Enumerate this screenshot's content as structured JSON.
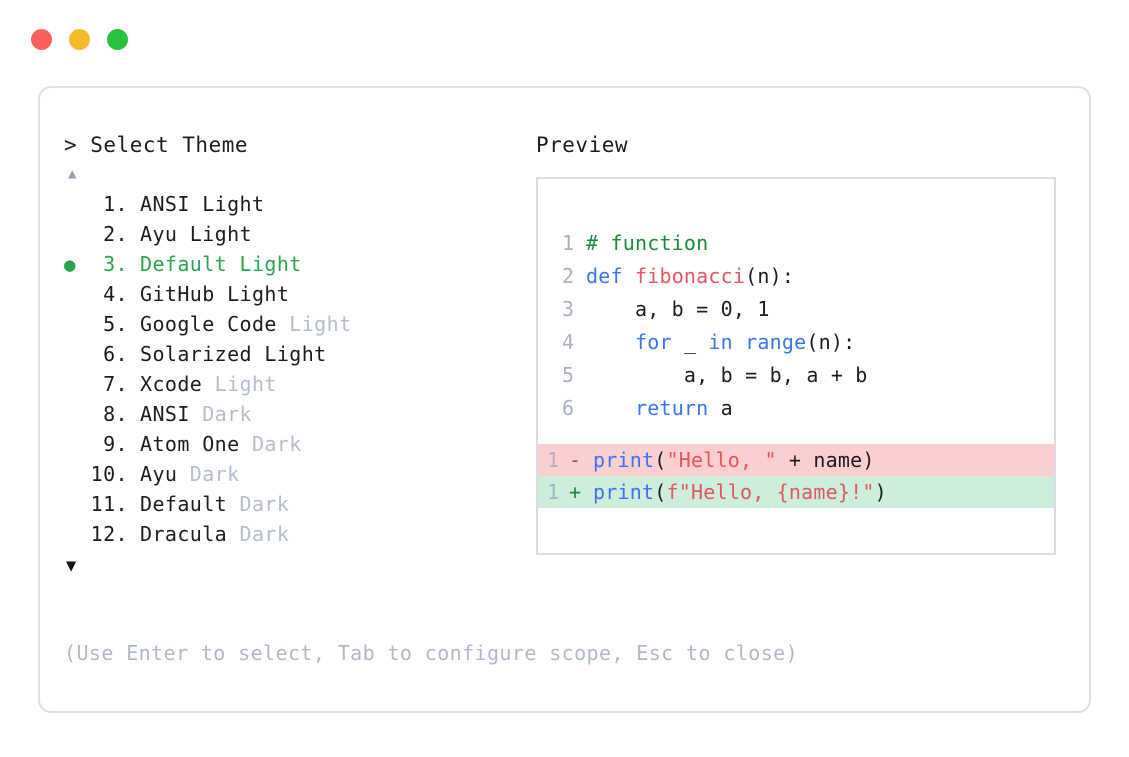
{
  "window": {
    "traffic_lights": [
      {
        "name": "close",
        "color": "#f9615c"
      },
      {
        "name": "minimize",
        "color": "#f7b92a"
      },
      {
        "name": "maximize",
        "color": "#27c23f"
      }
    ]
  },
  "theme_panel": {
    "header": "> Select Theme",
    "scroll_up_icon": "▲",
    "scroll_down_icon": "▼",
    "selected_bullet": "●",
    "selected_index": 3,
    "selected_color": "#2ca44e",
    "items": [
      {
        "number": "1.",
        "name": "ANSI Light",
        "badge": "",
        "selected": false
      },
      {
        "number": "2.",
        "name": "Ayu Light",
        "badge": "",
        "selected": false
      },
      {
        "number": "3.",
        "name": "Default Light",
        "badge": "",
        "selected": true
      },
      {
        "number": "4.",
        "name": "GitHub Light",
        "badge": "",
        "selected": false
      },
      {
        "number": "5.",
        "name": "Google Code",
        "badge": "Light",
        "selected": false
      },
      {
        "number": "6.",
        "name": "Solarized Light",
        "badge": "",
        "selected": false
      },
      {
        "number": "7.",
        "name": "Xcode",
        "badge": "Light",
        "selected": false
      },
      {
        "number": "8.",
        "name": "ANSI",
        "badge": "Dark",
        "selected": false
      },
      {
        "number": "9.",
        "name": "Atom One",
        "badge": "Dark",
        "selected": false
      },
      {
        "number": "10.",
        "name": "Ayu",
        "badge": "Dark",
        "selected": false
      },
      {
        "number": "11.",
        "name": "Default",
        "badge": "Dark",
        "selected": false
      },
      {
        "number": "12.",
        "name": "Dracula",
        "badge": "Dark",
        "selected": false
      }
    ]
  },
  "preview_panel": {
    "header": "Preview",
    "code_lines": [
      {
        "num": "1",
        "tokens": [
          {
            "t": "# function",
            "c": "comment"
          }
        ]
      },
      {
        "num": "2",
        "tokens": [
          {
            "t": "def ",
            "c": "kw"
          },
          {
            "t": "fibonacci",
            "c": "fn"
          },
          {
            "t": "(n):",
            "c": "plain"
          }
        ]
      },
      {
        "num": "3",
        "tokens": [
          {
            "t": "    a, b = 0, 1",
            "c": "plain"
          }
        ]
      },
      {
        "num": "4",
        "tokens": [
          {
            "t": "    ",
            "c": "plain"
          },
          {
            "t": "for ",
            "c": "kw"
          },
          {
            "t": "_ ",
            "c": "plain"
          },
          {
            "t": "in ",
            "c": "kw"
          },
          {
            "t": "range",
            "c": "kw"
          },
          {
            "t": "(n):",
            "c": "plain"
          }
        ]
      },
      {
        "num": "5",
        "tokens": [
          {
            "t": "        a, b = b, a + b",
            "c": "plain"
          }
        ]
      },
      {
        "num": "6",
        "tokens": [
          {
            "t": "    ",
            "c": "plain"
          },
          {
            "t": "return ",
            "c": "kw"
          },
          {
            "t": "a",
            "c": "plain"
          }
        ]
      }
    ],
    "diff_lines": [
      {
        "num": "1",
        "sign": "-",
        "kind": "del",
        "tokens": [
          {
            "t": "print",
            "c": "kw"
          },
          {
            "t": "(",
            "c": "plain"
          },
          {
            "t": "\"Hello, \"",
            "c": "str"
          },
          {
            "t": " + name)",
            "c": "plain"
          }
        ]
      },
      {
        "num": "1",
        "sign": "+",
        "kind": "add",
        "tokens": [
          {
            "t": "print",
            "c": "kw"
          },
          {
            "t": "(",
            "c": "plain"
          },
          {
            "t": "f\"Hello, {name}!\"",
            "c": "str"
          },
          {
            "t": ")",
            "c": "plain"
          }
        ]
      }
    ],
    "diff_del_bg": "#fbcfcf",
    "diff_add_bg": "#cdeeda"
  },
  "footer": {
    "hint": "(Use Enter to select, Tab to configure scope, Esc to close)"
  }
}
